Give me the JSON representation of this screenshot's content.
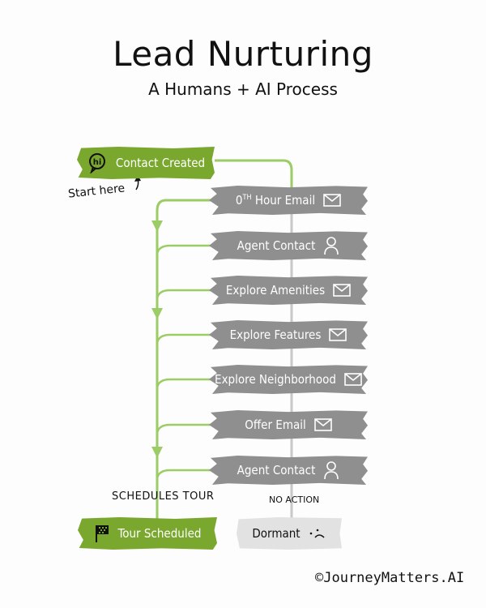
{
  "header": {
    "title": "Lead Nurturing",
    "subtitle": "A Humans + AI Process"
  },
  "start": {
    "label": "Contact Created",
    "icon": "hi-speech-bubble-icon",
    "annotation": "Start here"
  },
  "steps": [
    {
      "label_main": "0",
      "label_sup": "TH",
      "label_rest": " Hour Email",
      "icon": "envelope-icon"
    },
    {
      "label": "Agent Contact",
      "icon": "person-icon"
    },
    {
      "label": "Explore Amenities",
      "icon": "envelope-icon"
    },
    {
      "label": "Explore Features",
      "icon": "envelope-icon"
    },
    {
      "label": "Explore Neighborhood",
      "icon": "envelope-icon"
    },
    {
      "label": "Offer Email",
      "icon": "envelope-icon"
    },
    {
      "label": "Agent Contact",
      "icon": "person-icon"
    }
  ],
  "branches": {
    "success_label": "SCHEDULES TOUR",
    "failure_label": "NO ACTION"
  },
  "outcomes": {
    "success": {
      "label": "Tour Scheduled",
      "icon": "checkered-flag-icon"
    },
    "failure": {
      "label": "Dormant",
      "icon": "sad-face-icon",
      "face": ":-("
    }
  },
  "footer": {
    "copyright": "©JourneyMatters.AI"
  },
  "colors": {
    "green": "#7aa82e",
    "line_green": "#9ccc65",
    "gray": "#8f8f8f",
    "line_gray": "#c8c8c8",
    "dormant": "#e2e2e2"
  }
}
